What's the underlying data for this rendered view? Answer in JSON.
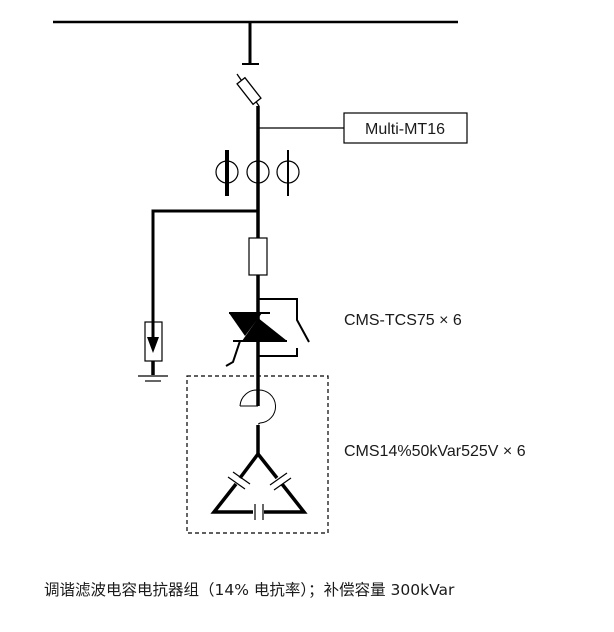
{
  "diagram": {
    "title": "Tuned filter capacitor-reactor bank single-line diagram",
    "labels": {
      "controller": "Multi-MT16",
      "switch": "CMS-TCS75 × 6",
      "capacitor_bank": "CMS14%50kVar525V × 6"
    },
    "caption": "调谐滤波电容电抗器组（14% 电抗率）；补偿容量 300kVar",
    "components": [
      {
        "name": "busbar",
        "icon": "busbar-line"
      },
      {
        "name": "disconnector",
        "icon": "disconnect-terminal"
      },
      {
        "name": "fuse",
        "icon": "fuse-icon"
      },
      {
        "name": "current-transformers",
        "icon": "current-transformer-icon",
        "count": 3
      },
      {
        "name": "surge-arrester",
        "icon": "arrester-icon"
      },
      {
        "name": "ground",
        "icon": "ground-icon"
      },
      {
        "name": "branch-fuse",
        "icon": "fuse-icon"
      },
      {
        "name": "thyristor-switch",
        "icon": "thyristor-icon"
      },
      {
        "name": "reactor",
        "icon": "reactor-icon"
      },
      {
        "name": "delta-capacitors",
        "icon": "capacitor-icon",
        "count": 3
      }
    ],
    "colors": {
      "line": "#000000",
      "text": "#1a1a1a",
      "background": "#ffffff"
    }
  }
}
